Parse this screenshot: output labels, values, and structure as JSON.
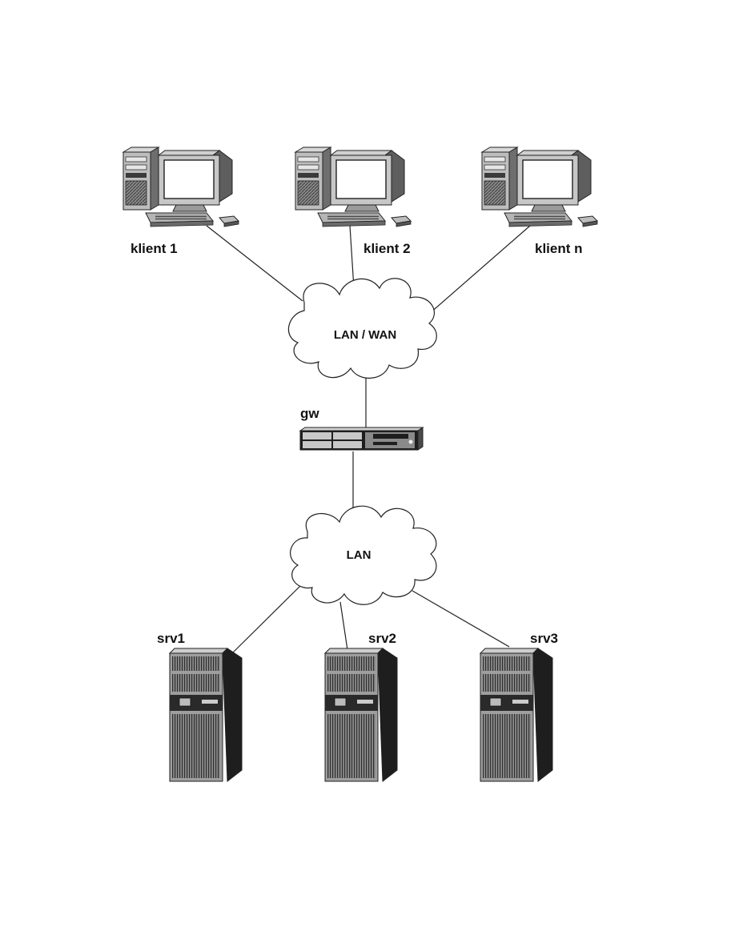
{
  "clients": [
    {
      "label": "klient 1"
    },
    {
      "label": "klient 2"
    },
    {
      "label": "klient n"
    }
  ],
  "clouds": {
    "top": {
      "label": "LAN / WAN"
    },
    "bottom": {
      "label": "LAN"
    }
  },
  "gateway": {
    "label": "gw"
  },
  "servers": [
    {
      "label": "srv1"
    },
    {
      "label": "srv2"
    },
    {
      "label": "srv3"
    }
  ],
  "icons": {
    "client": "desktop-computer-icon",
    "gateway": "rack-router-icon",
    "server": "tower-server-icon",
    "network": "cloud-icon"
  }
}
